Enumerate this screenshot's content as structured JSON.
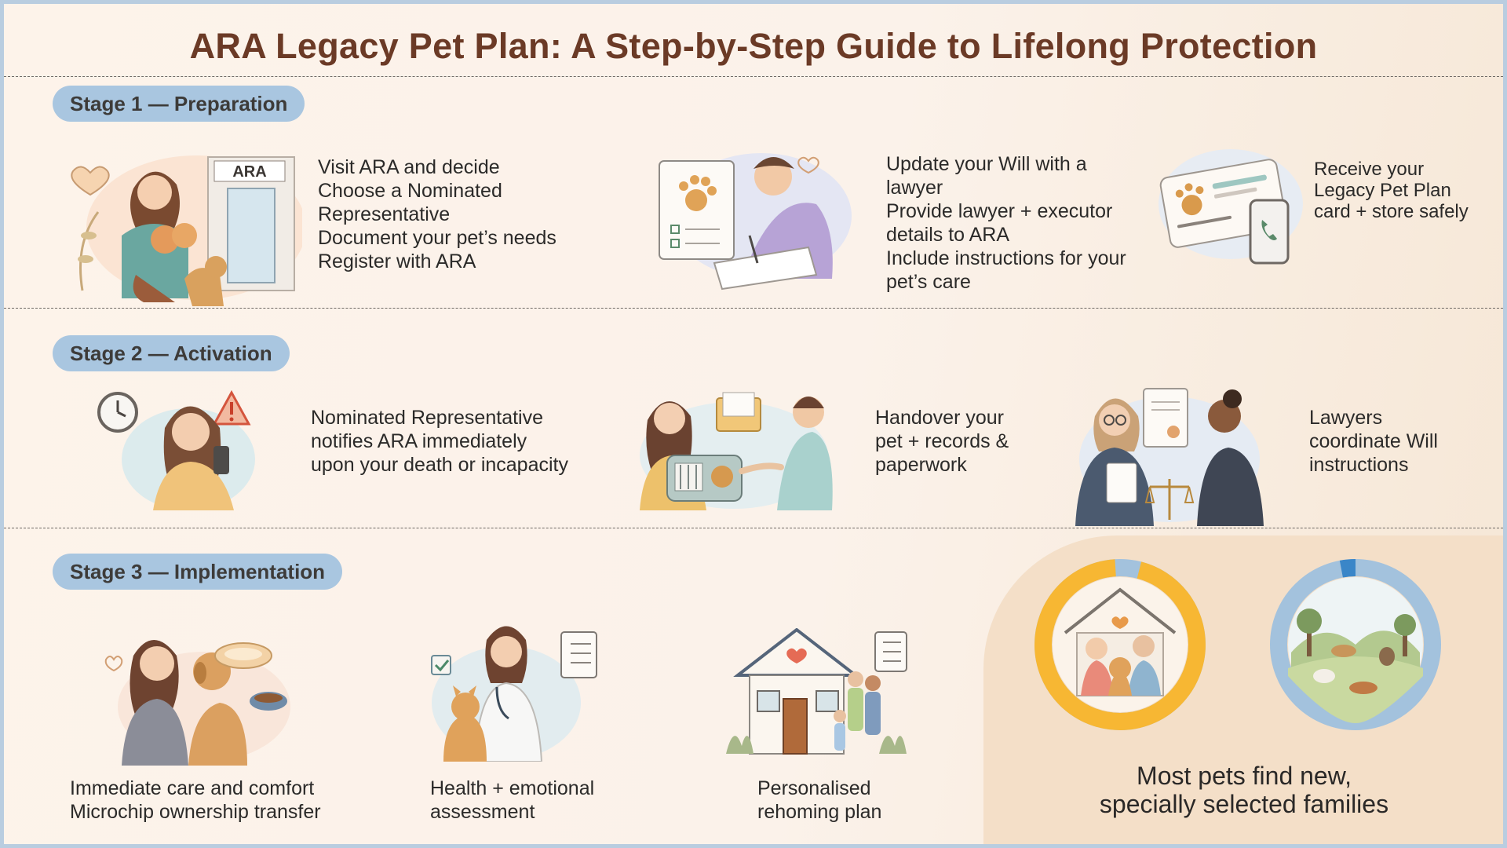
{
  "title": "ARA Legacy Pet Plan: A Step-by-Step Guide to Lifelong Protection",
  "colors": {
    "title": "#6b3a26",
    "pill": "#a9c6e0",
    "panel": "#f4dfc8",
    "ring_orange": "#f7b733",
    "ring_blue": "#a3c2dd"
  },
  "stages": [
    {
      "label": "Stage 1 — Preparation",
      "steps": [
        {
          "icon": "ara-office-woman-pets-icon",
          "lines": [
            "Visit ARA and decide",
            "Choose a Nominated",
            "Representative",
            "Document your pet’s needs",
            "Register with ARA"
          ],
          "sign": "ARA"
        },
        {
          "icon": "signing-will-icon",
          "lines": [
            "Update your Will with a",
            "lawyer",
            "Provide lawyer + executor",
            "details to ARA",
            "Include instructions for your",
            "pet’s care"
          ]
        },
        {
          "icon": "legacy-card-phone-icon",
          "lines": [
            "Receive your",
            "Legacy Pet Plan",
            "card + store safely"
          ]
        }
      ]
    },
    {
      "label": "Stage 2 — Activation",
      "steps": [
        {
          "icon": "phone-call-alert-icon",
          "lines": [
            "Nominated Representative",
            "notifies ARA immediately",
            "upon your death or incapacity"
          ]
        },
        {
          "icon": "pet-carrier-handover-icon",
          "lines": [
            "Handover your",
            "pet + records &",
            "paperwork"
          ]
        },
        {
          "icon": "lawyers-meeting-icon",
          "lines": [
            "Lawyers",
            "coordinate Will",
            "instructions"
          ]
        }
      ]
    },
    {
      "label": "Stage 3 — Implementation",
      "steps": [
        {
          "icon": "care-comfort-dog-icon",
          "lines": [
            "Immediate care and comfort",
            "Microchip ownership transfer"
          ]
        },
        {
          "icon": "vet-assessment-icon",
          "lines": [
            "Health + emotional",
            "assessment"
          ]
        },
        {
          "icon": "rehoming-house-family-icon",
          "lines": [
            "Personalised",
            "rehoming plan"
          ]
        }
      ]
    }
  ],
  "outcome": {
    "lines": [
      "Most pets find new,",
      "specially selected families"
    ],
    "icons": [
      "family-home-pets-icon",
      "sanctuary-field-icon"
    ],
    "ring_fractions": [
      0.95,
      0.05
    ]
  }
}
